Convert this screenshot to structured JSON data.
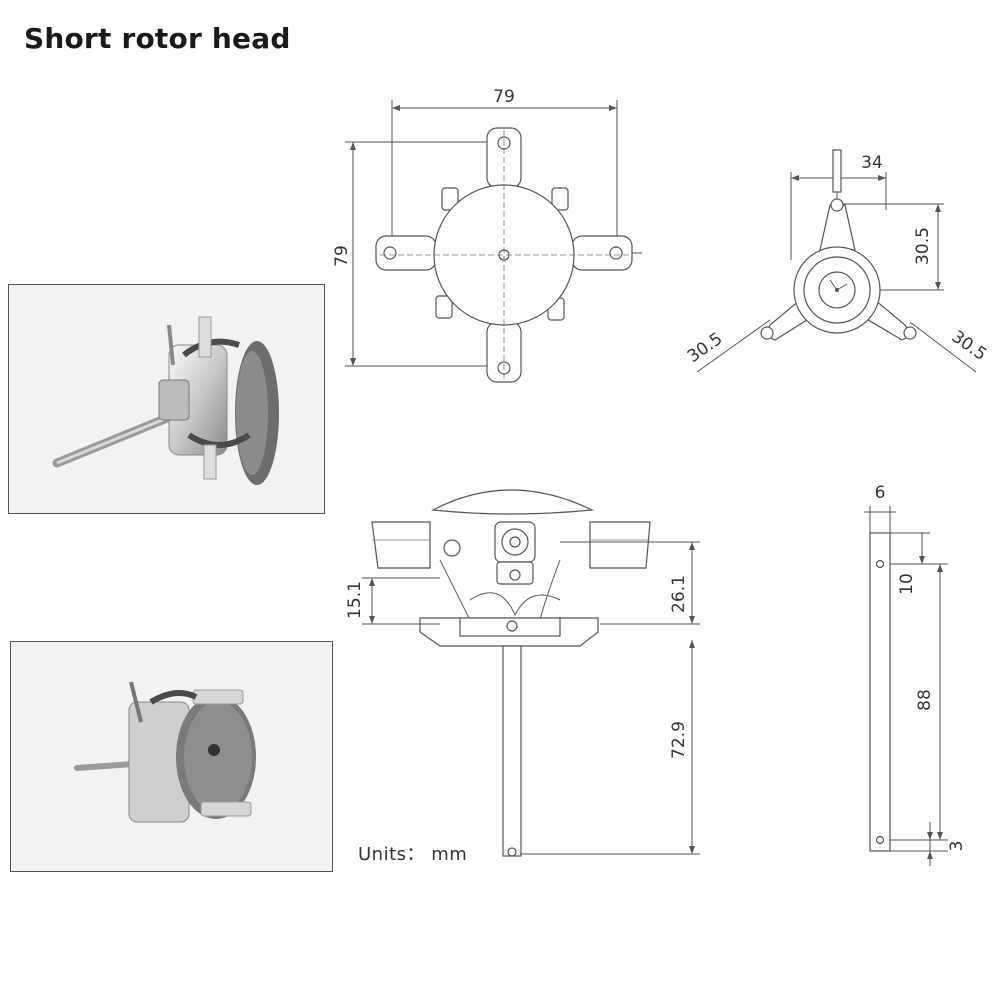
{
  "title": "Short rotor head",
  "units_label": "Units： mm",
  "dimensions": {
    "top_width": "79",
    "top_height": "79",
    "swash_width": "34",
    "swash_height": "30.5",
    "swash_left_arm": "30.5",
    "swash_right_arm": "30.5",
    "side_left": "15.1",
    "side_right": "26.1",
    "shaft_length": "72.9",
    "rod_width": "6",
    "rod_top_offset": "10",
    "rod_length": "88",
    "rod_bottom_offset": "3"
  }
}
